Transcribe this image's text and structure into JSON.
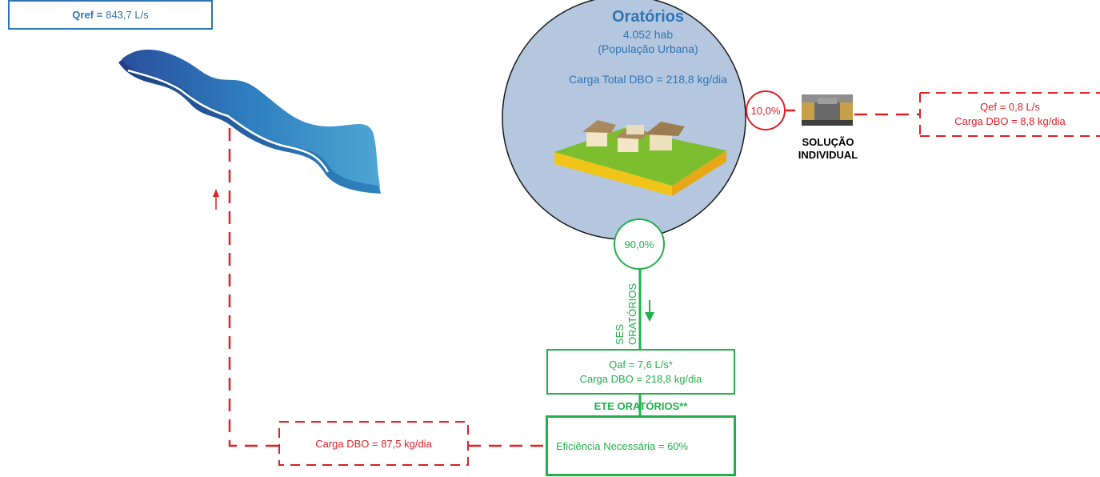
{
  "reference_flow": {
    "label": "Qref =",
    "value": "843,7 L/s"
  },
  "municipality": {
    "name": "Oratórios",
    "population": "4.052 hab",
    "population_note": "(População Urbana)",
    "total_load": "Carga Total DBO = 218,8 kg/dia"
  },
  "individual_solution": {
    "percentage": "10,0%",
    "label_line1": "SOLUÇÃO",
    "label_line2": "INDIVIDUAL",
    "flow": "Qef = 0,8 L/s",
    "load": "Carga DBO = 8,8 kg/dia"
  },
  "sewer_system": {
    "percentage": "90,0%",
    "name_line1": "SES",
    "name_line2": "ORATÓRIOS"
  },
  "treatment_plant": {
    "inflow": "Qaf = 7,6 L/s*",
    "inflow_load": "Carga DBO = 218,8 kg/dia",
    "name": "ETE ORATÓRIOS**",
    "efficiency": "Eficiência Necessária  = 60%"
  },
  "discharge": {
    "load": "Carga DBO = 87,5 kg/dia"
  },
  "colors": {
    "blue": "#2e75b6",
    "red": "#e31e24",
    "green": "#22b04b",
    "circle_fill": "#b4c7de"
  }
}
